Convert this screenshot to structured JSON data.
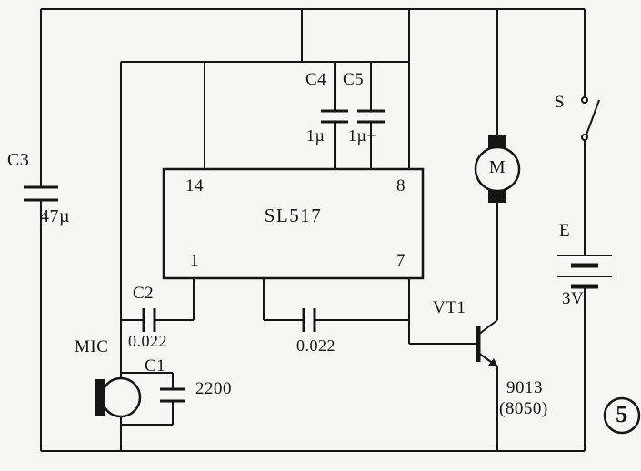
{
  "figure": {
    "number": "5"
  },
  "ic": {
    "label": "SL517",
    "pin_top_left": "14",
    "pin_bottom_left": "1",
    "pin_top_right": "8",
    "pin_bottom_right": "7"
  },
  "components": {
    "c3": {
      "ref": "C3",
      "value": "47µ"
    },
    "c4": {
      "ref": "C4",
      "value": "1µ"
    },
    "c5": {
      "ref": "C5",
      "value": "1µ+"
    },
    "c2": {
      "ref": "C2",
      "value": "0.022"
    },
    "coupling_cap": {
      "value": "0.022"
    },
    "c1": {
      "ref": "C1",
      "value": "2200"
    },
    "mic": {
      "label": "MIC"
    },
    "motor": {
      "label": "M"
    },
    "switch": {
      "label": "S"
    },
    "battery": {
      "label": "E",
      "voltage": "3V"
    },
    "transistor": {
      "ref": "VT1",
      "part": "9013",
      "part_alt": "(8050)"
    }
  }
}
